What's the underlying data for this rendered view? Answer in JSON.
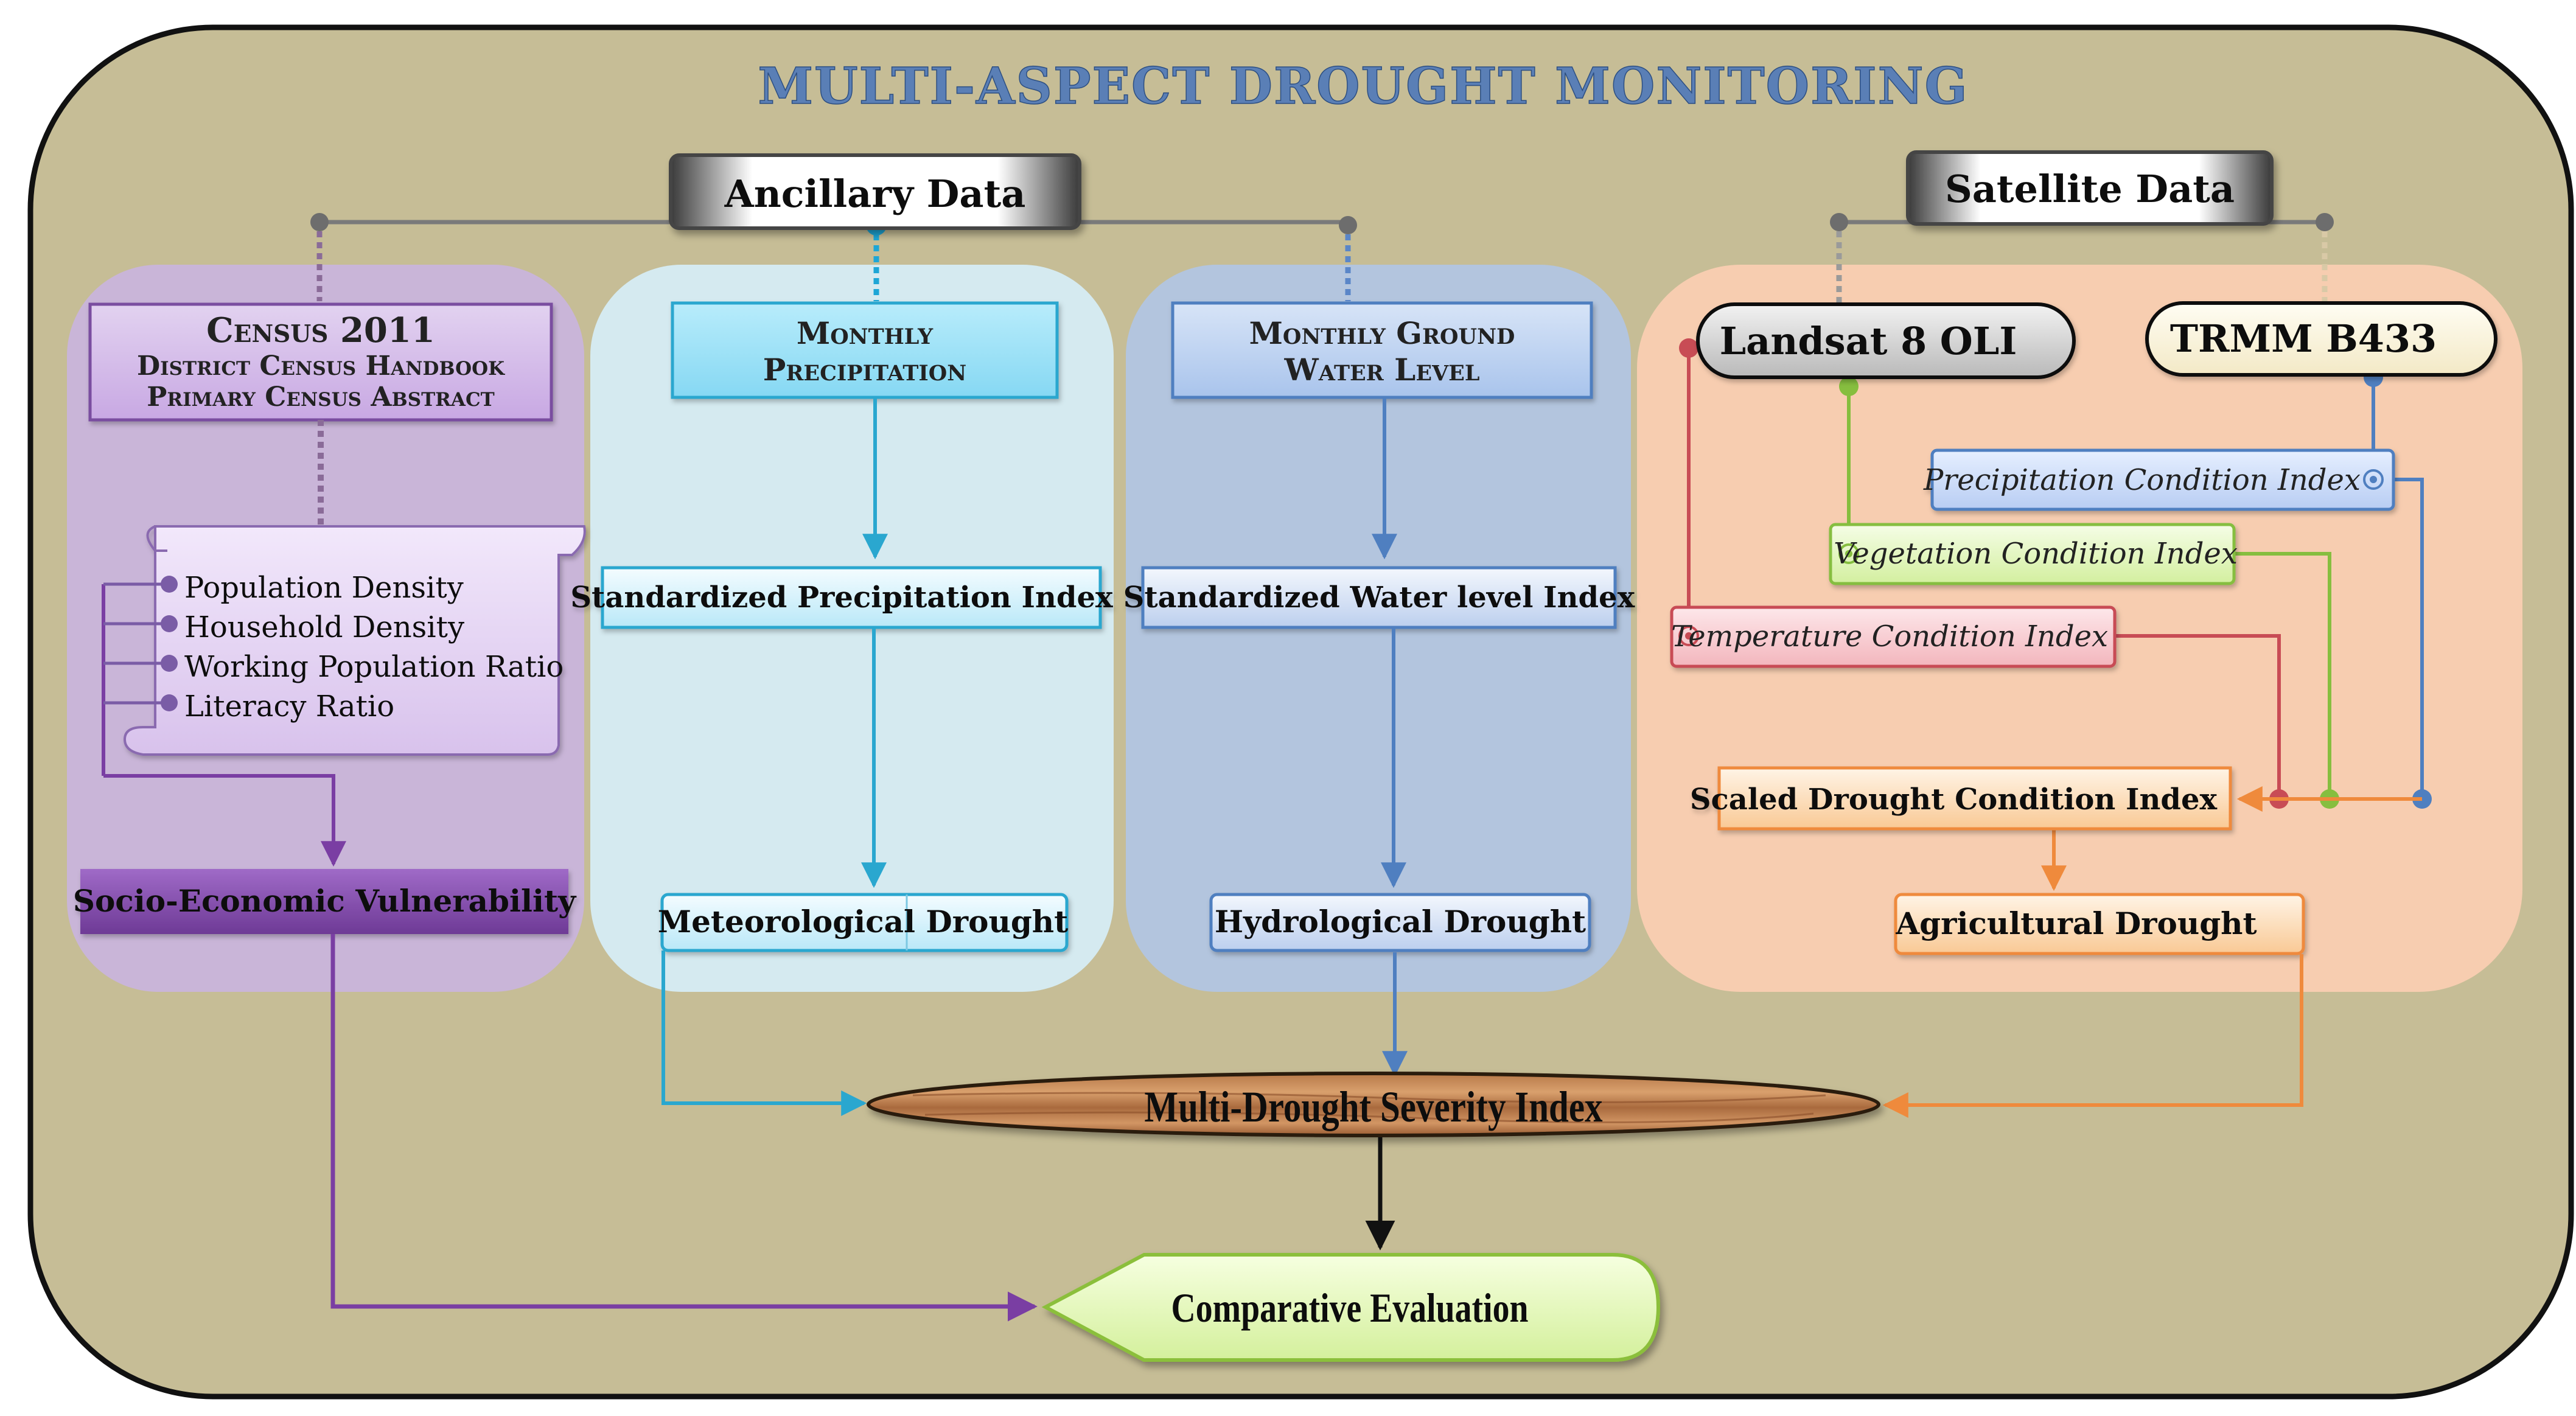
{
  "title": "MULTI-ASPECT DROUGHT MONITORING",
  "ancillary_header": "Ancillary Data",
  "satellite_header": "Satellite Data",
  "census": {
    "line1": "Census 2011",
    "line2": "District Census Handbook",
    "line3": "Primary Census Abstract",
    "items": [
      "Population Density",
      "Household Density",
      "Working Population Ratio",
      "Literacy Ratio"
    ],
    "output": "Socio-Economic Vulnerability"
  },
  "precip": {
    "line1": "Monthly",
    "line2": "Precipitation",
    "index": "Standardized Precipitation Index",
    "output": "Meteorological Drought"
  },
  "ground": {
    "line1": "Monthly Ground",
    "line2": "Water Level",
    "index": "Standardized Water level Index",
    "output": "Hydrological Drought"
  },
  "satellite": {
    "landsat": "Landsat 8 OLI",
    "trmm": "TRMM B433",
    "pci": "Precipitation Condition Index",
    "vci": "Vegetation Condition Index",
    "tci": "Temperature Condition Index",
    "sdci": "Scaled Drought Condition Index",
    "output": "Agricultural Drought"
  },
  "mdsi": "Multi-Drought Severity Index",
  "comparative": "Comparative Evaluation",
  "colors": {
    "background": "#c6bd96",
    "census_panel": "#c9b5d8",
    "precip_panel": "#d5eaf0",
    "ground_panel": "#b3c5de",
    "satellite_panel": "#f7cdb0",
    "purple": "#7a3ea3",
    "cyan": "#2aa7cf",
    "blue": "#4f7fc0",
    "orange": "#ef8a3c",
    "red": "#c84c55",
    "green": "#86be3f"
  }
}
